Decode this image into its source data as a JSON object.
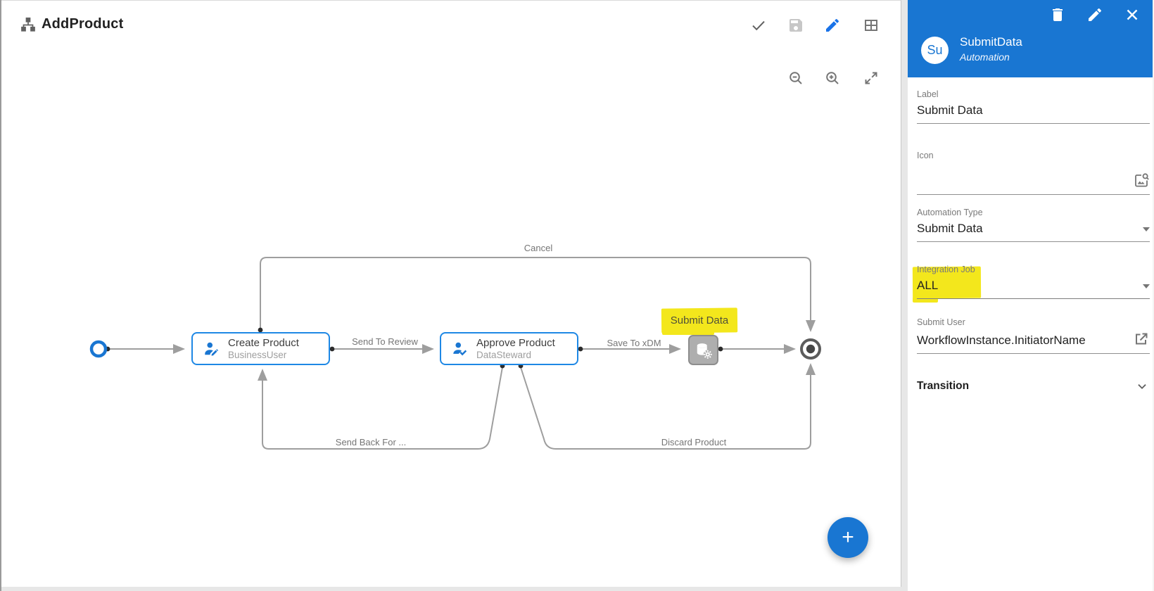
{
  "window": {
    "title": "AddProduct"
  },
  "toolbar": {
    "icons": [
      "confirm",
      "save",
      "edit",
      "table-view"
    ]
  },
  "zoom_controls": {
    "icons": [
      "zoom-out",
      "zoom-in",
      "fit-screen"
    ]
  },
  "diagram": {
    "nodes": {
      "start": {
        "type": "start"
      },
      "create": {
        "title": "Create Product",
        "subtitle": "BusinessUser"
      },
      "approve": {
        "title": "Approve Product",
        "subtitle": "DataSteward"
      },
      "submit": {
        "type": "automation",
        "highlight_label": "Submit Data"
      },
      "end": {
        "type": "end"
      }
    },
    "edges": {
      "cancel": "Cancel",
      "send_to_review": "Send To Review",
      "save_to_xdm": "Save To xDM",
      "send_back": "Send Back For ...",
      "discard": "Discard Product"
    }
  },
  "fab": {
    "glyph": "+"
  },
  "panel": {
    "header": {
      "avatar": "Su",
      "title": "SubmitData",
      "subtitle": "Automation"
    },
    "fields": [
      {
        "label": "Label",
        "value": "Submit Data",
        "control": "text"
      },
      {
        "label": "Icon",
        "value": "",
        "control": "icon-picker"
      },
      {
        "label": "Automation Type",
        "value": "Submit Data",
        "control": "select"
      },
      {
        "label": "Integration Job",
        "value": "ALL",
        "control": "select",
        "highlighted": true
      },
      {
        "label": "Submit User",
        "value": "WorkflowInstance.InitiatorName",
        "control": "expression"
      }
    ],
    "transition": {
      "label": "Transition"
    }
  },
  "colors": {
    "accent": "#1976d2",
    "node_border": "#1e88e5",
    "edge": "#9e9e9e",
    "highlight": "#f3e71c",
    "disabled_icon": "#c7c7c7"
  }
}
